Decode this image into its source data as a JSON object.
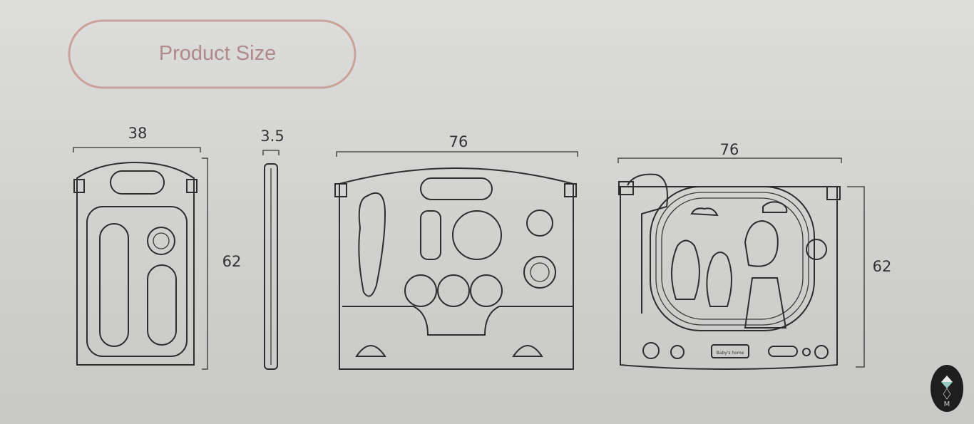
{
  "header": {
    "title": "Product Size"
  },
  "panels": {
    "narrow_panel": {
      "width": "38",
      "height": "62"
    },
    "side_view": {
      "thickness": "3.5"
    },
    "activity_panel": {
      "width": "76"
    },
    "road_panel": {
      "width": "76",
      "height": "62",
      "sign_label": "Baby's home"
    }
  },
  "colors": {
    "title_border": "#c9a29c",
    "title_text": "#b0898a",
    "line": "#2e2e2e",
    "badge": "#1e1e1e"
  },
  "badge": {
    "icon": "diamond-logo-icon",
    "letter": "M"
  }
}
